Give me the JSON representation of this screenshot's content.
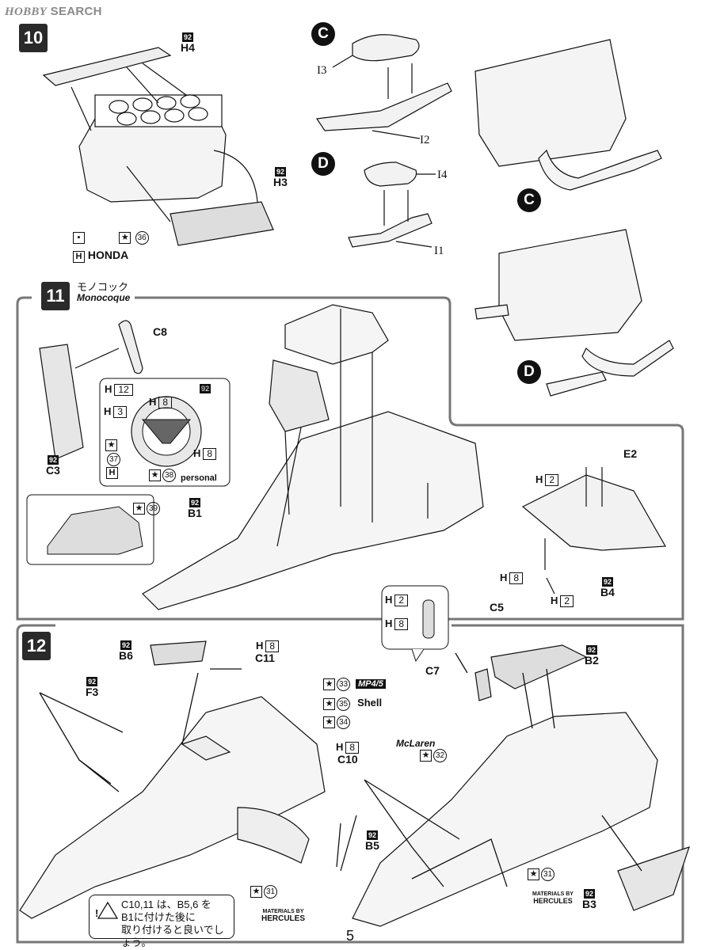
{
  "watermark": {
    "logo": "HOBBY",
    "text": "SEARCH"
  },
  "page_number": "5",
  "step10": {
    "number": "10",
    "h4": {
      "code": "92",
      "label": "H4"
    },
    "h3": {
      "code": "92",
      "label": "H3"
    },
    "decal": "36",
    "brand": "HONDA"
  },
  "sub_c": {
    "letter": "C",
    "parts": [
      "I3",
      "I2"
    ]
  },
  "sub_d": {
    "letter": "D",
    "parts": [
      "I4",
      "I1"
    ]
  },
  "step11": {
    "number": "11",
    "title_jp": "モノコック",
    "title_en": "Monocoque",
    "c8": "C8",
    "c3": {
      "code": "92",
      "label": "C3"
    },
    "b1": {
      "code": "92",
      "label": "B1"
    },
    "wheel_detail": {
      "code": "92",
      "h12": "12",
      "h8a": "8",
      "h3": "3",
      "h8b": "8",
      "decal_37": "37",
      "decal_38": "38",
      "sponsor": "personal"
    },
    "c3_detail_decal": "39",
    "e2": "E2",
    "h2_e2": "2",
    "b4": {
      "code": "92",
      "label": "B4"
    },
    "c5": "C5",
    "h8_c5": "8",
    "h2_c5": "2"
  },
  "step12": {
    "number": "12",
    "b6": {
      "code": "92",
      "label": "B6"
    },
    "c11": {
      "h": "8",
      "label": "C11"
    },
    "f3": {
      "code": "92",
      "label": "F3"
    },
    "decals": [
      {
        "num": "33",
        "text": "MP4/5"
      },
      {
        "num": "35",
        "text": "Shell"
      },
      {
        "num": "34",
        "text": ""
      }
    ],
    "c10": {
      "h": "8",
      "label": "C10"
    },
    "b5": {
      "code": "92",
      "label": "B5"
    },
    "decal_31a": "31",
    "mclaren": "McLaren",
    "decal_32": "32",
    "c7": "C7",
    "c7_detail": {
      "h2": "2",
      "h8": "8"
    },
    "b2": {
      "code": "92",
      "label": "B2"
    },
    "b3": {
      "code": "92",
      "label": "B3"
    },
    "decal_31b": "31",
    "materials": "MATERIALS BY",
    "hercules": "HERCULES",
    "note_line1": "C10,11 は、B5,6 を",
    "note_line2": "B1に付けた後に",
    "note_line3": "取り付けると良いでしょう。"
  }
}
